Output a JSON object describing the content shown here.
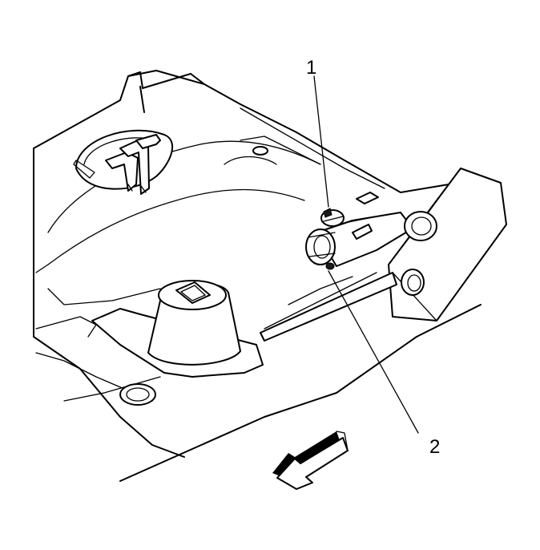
{
  "callouts": [
    {
      "id": "1",
      "label": "1"
    },
    {
      "id": "2",
      "label": "2"
    }
  ],
  "colors": {
    "line": "#000000",
    "background": "#ffffff"
  },
  "icons": [
    "front-direction-arrow-icon"
  ]
}
